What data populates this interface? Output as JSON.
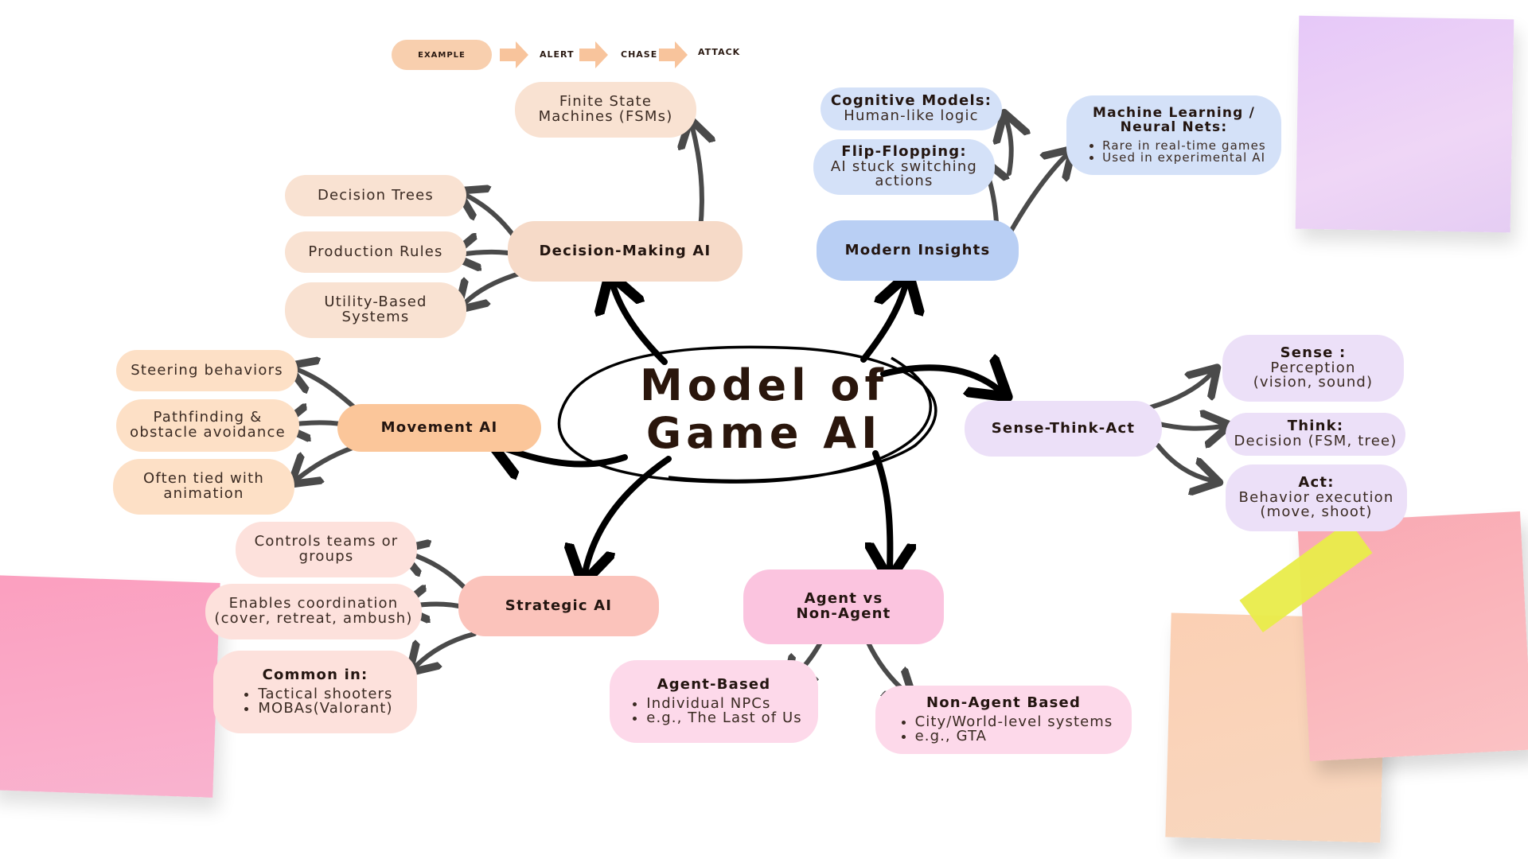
{
  "center_title": [
    "Model of",
    "Game AI"
  ],
  "fsm_example": {
    "steps": [
      "EXAMPLE",
      "ALERT",
      "CHASE",
      "ATTACK"
    ]
  },
  "decision_making": {
    "label": "Decision-Making AI",
    "children": [
      "Decision Trees",
      "Production Rules",
      "Utility-Based Systems"
    ],
    "fsm": "Finite State Machines (FSMs)"
  },
  "movement": {
    "label": "Movement AI",
    "children": [
      "Steering behaviors",
      "Pathfinding & obstacle avoidance",
      "Often tied with animation"
    ]
  },
  "strategic": {
    "label": "Strategic AI",
    "children": [
      "Controls teams or groups",
      "Enables coordination (cover, retreat, ambush)"
    ],
    "common": {
      "heading": "Common in:",
      "items": [
        "Tactical shooters",
        "MOBAs(Valorant)"
      ]
    }
  },
  "agent": {
    "label": "Agent vs Non-Agent",
    "agent_based": {
      "heading": "Agent-Based",
      "items": [
        "Individual NPCs",
        "e.g., The Last of Us"
      ]
    },
    "non_agent": {
      "heading": "Non-Agent Based",
      "items": [
        "City/World-level systems",
        "e.g., GTA"
      ]
    }
  },
  "sense_think_act": {
    "label": "Sense-Think-Act",
    "sense": {
      "heading": "Sense :",
      "text": "Perception (vision, sound)"
    },
    "think": {
      "heading": "Think:",
      "text": "Decision (FSM, tree)"
    },
    "act": {
      "heading": "Act:",
      "text": "Behavior execution (move, shoot)"
    }
  },
  "modern": {
    "label": "Modern Insights",
    "cognitive": {
      "heading": "Cognitive Models:",
      "text": "Human-like logic"
    },
    "flip": {
      "heading": "Flip-Flopping:",
      "text": "AI stuck switching actions"
    },
    "ml": {
      "heading": "Machine Learning / Neural Nets:",
      "items": [
        "Rare in real-time games",
        "Used in experimental AI"
      ]
    }
  },
  "colors": {
    "decision": "#f6dac8",
    "movement": "#fbc69a",
    "strategic": "#fbc3bb",
    "agent": "#fbc4df",
    "sense": "#ece0f8",
    "modern": "#b9cff4",
    "arrow_main": "#000000",
    "arrow_child": "#4a4a4a",
    "example_arrow": "#f8c49c"
  }
}
